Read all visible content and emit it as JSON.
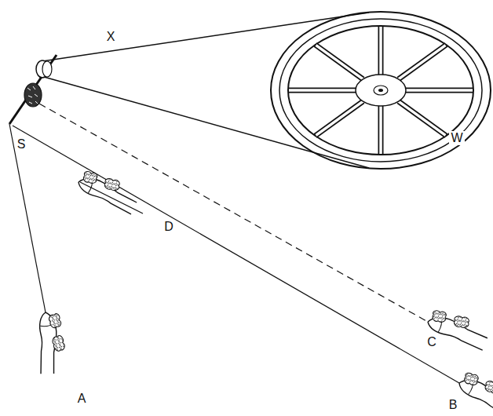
{
  "diagram": {
    "labels": [
      "X",
      "W",
      "S",
      "D",
      "C",
      "A",
      "B"
    ]
  }
}
